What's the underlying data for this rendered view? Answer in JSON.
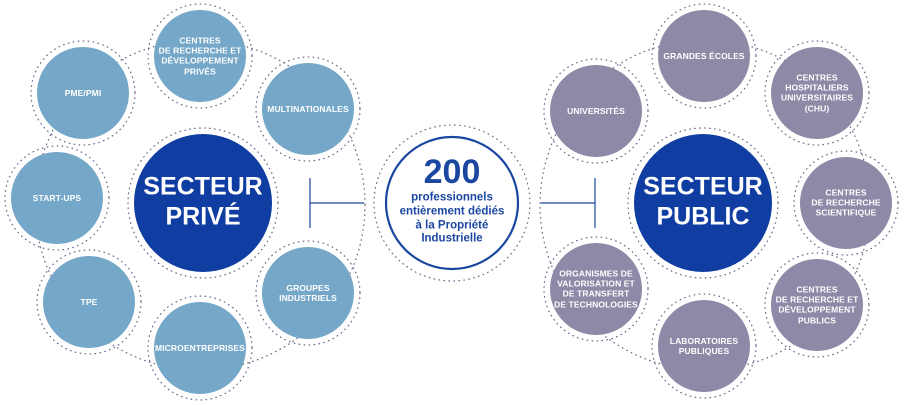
{
  "colors": {
    "private_hub": "#0f3da2",
    "private_satellite": "#75a7c8",
    "public_hub": "#0f3da2",
    "public_satellite": "#8c8aa6",
    "center_ring": "#1b47a0",
    "dots": "#6b6b8a",
    "connector": "#1b47a0"
  },
  "center": {
    "number": "200",
    "text": "professionnels\nentièrement dédiés\nà la Propriété\nIndustrielle"
  },
  "private": {
    "title": "SECTEUR\nPRIVÉ",
    "satellites": [
      "CENTRES\nDE RECHERCHE ET\nDÉVELOPPEMENT\nPRIVÉS",
      "MULTINATIONALES",
      "GROUPES\nINDUSTRIELS",
      "MICROENTREPRISES",
      "TPE",
      "START-UPS",
      "PME/PMI"
    ]
  },
  "public": {
    "title": "SECTEUR\nPUBLIC",
    "satellites": [
      "GRANDES ÉCOLES",
      "CENTRES\nHOSPITALIERS\nUNIVERSITAIRES\n(CHU)",
      "CENTRES\nDE RECHERCHE\nSCIENTIFIQUE",
      "CENTRES\nDE RECHERCHE ET\nDÉVELOPPEMENT\nPUBLICS",
      "LABORATOIRES\nPUBLIQUES",
      "ORGANISMES DE\nVALORISATION ET\nDE TRANSFERT\nDE TECHNOLOGIES",
      "UNIVERSITÉS"
    ]
  }
}
